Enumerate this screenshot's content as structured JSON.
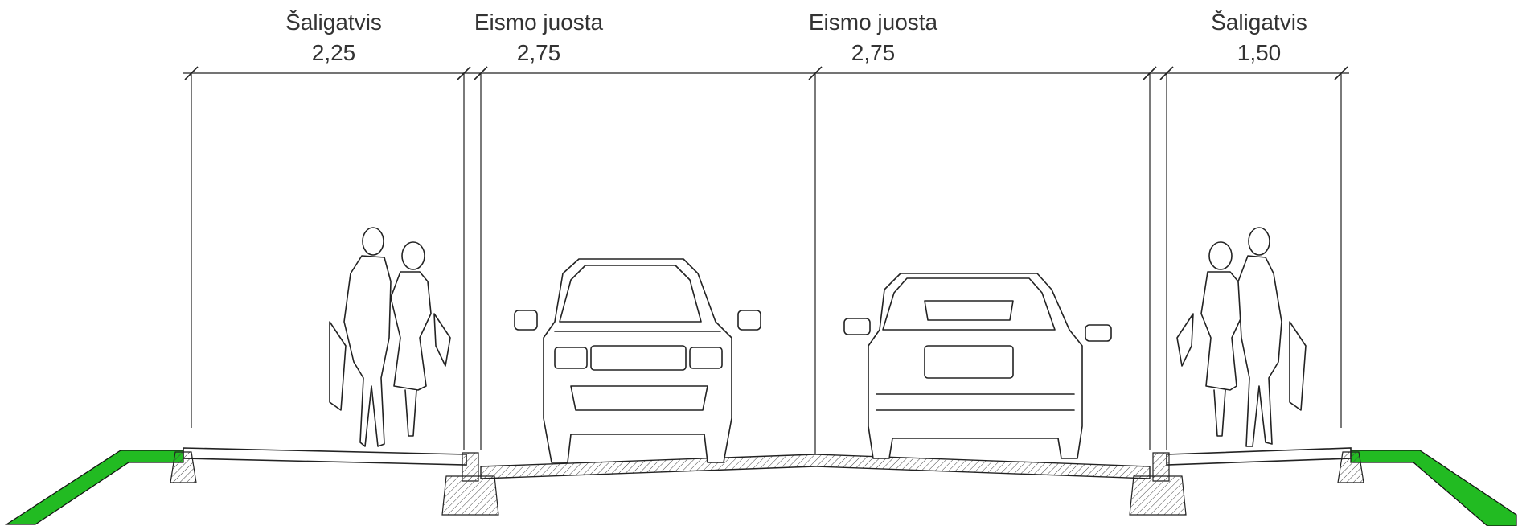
{
  "sections": [
    {
      "name": "Šaligatvis",
      "width": "2,25"
    },
    {
      "name": "Eismo juosta",
      "width": "2,75"
    },
    {
      "name": "Eismo juosta",
      "width": "2,75"
    },
    {
      "name": "Šaligatvis",
      "width": "1,50"
    }
  ],
  "colors": {
    "grass": "#22bb22",
    "line": "#222222",
    "text": "#333333"
  },
  "icons": [
    "pedestrian-couple-icon",
    "pickup-truck-front-icon",
    "suv-rear-icon",
    "pedestrian-couple-icon"
  ]
}
